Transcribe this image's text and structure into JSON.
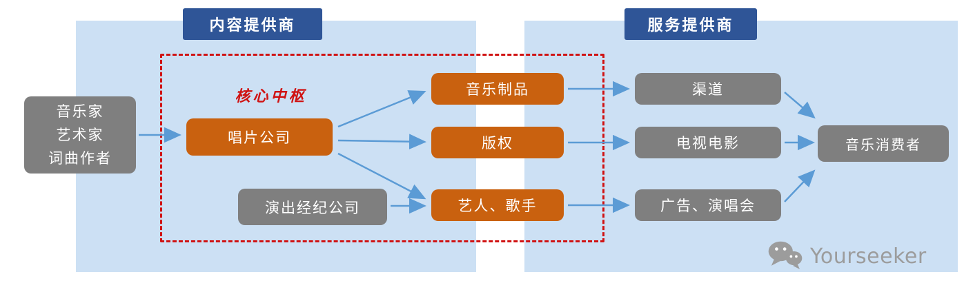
{
  "headers": {
    "content_provider": "内容提供商",
    "service_provider": "服务提供商"
  },
  "core_hub": {
    "label": "核心中枢"
  },
  "nodes": {
    "creators": {
      "lines": [
        "音乐家",
        "艺术家",
        "词曲作者"
      ]
    },
    "record_company": "唱片公司",
    "performance_agency": "演出经纪公司",
    "music_products": "音乐制品",
    "copyright": "版权",
    "artists_singers": "艺人、歌手",
    "channel": "渠道",
    "tv_film": "电视电影",
    "ads_concerts": "广告、演唱会",
    "music_consumers": "音乐消费者"
  },
  "arrows": [
    {
      "from": "creators",
      "to": "record_company"
    },
    {
      "from": "record_company",
      "to": "music_products"
    },
    {
      "from": "record_company",
      "to": "copyright"
    },
    {
      "from": "record_company",
      "to": "artists_singers"
    },
    {
      "from": "performance_agency",
      "to": "artists_singers"
    },
    {
      "from": "music_products",
      "to": "channel"
    },
    {
      "from": "copyright",
      "to": "tv_film"
    },
    {
      "from": "artists_singers",
      "to": "ads_concerts"
    },
    {
      "from": "channel",
      "to": "music_consumers"
    },
    {
      "from": "tv_film",
      "to": "music_consumers"
    },
    {
      "from": "ads_concerts",
      "to": "music_consumers"
    }
  ],
  "watermark": {
    "brand": "Yourseeker",
    "icon": "wechat-icon"
  },
  "colors": {
    "panel_blue": "#CCE0F4",
    "header_blue": "#2F5597",
    "orange": "#C9610F",
    "gray": "#7F7F7F",
    "red": "#D01212",
    "arrow_blue": "#5B9BD5",
    "watermark_gray": "#9C9C9C"
  }
}
